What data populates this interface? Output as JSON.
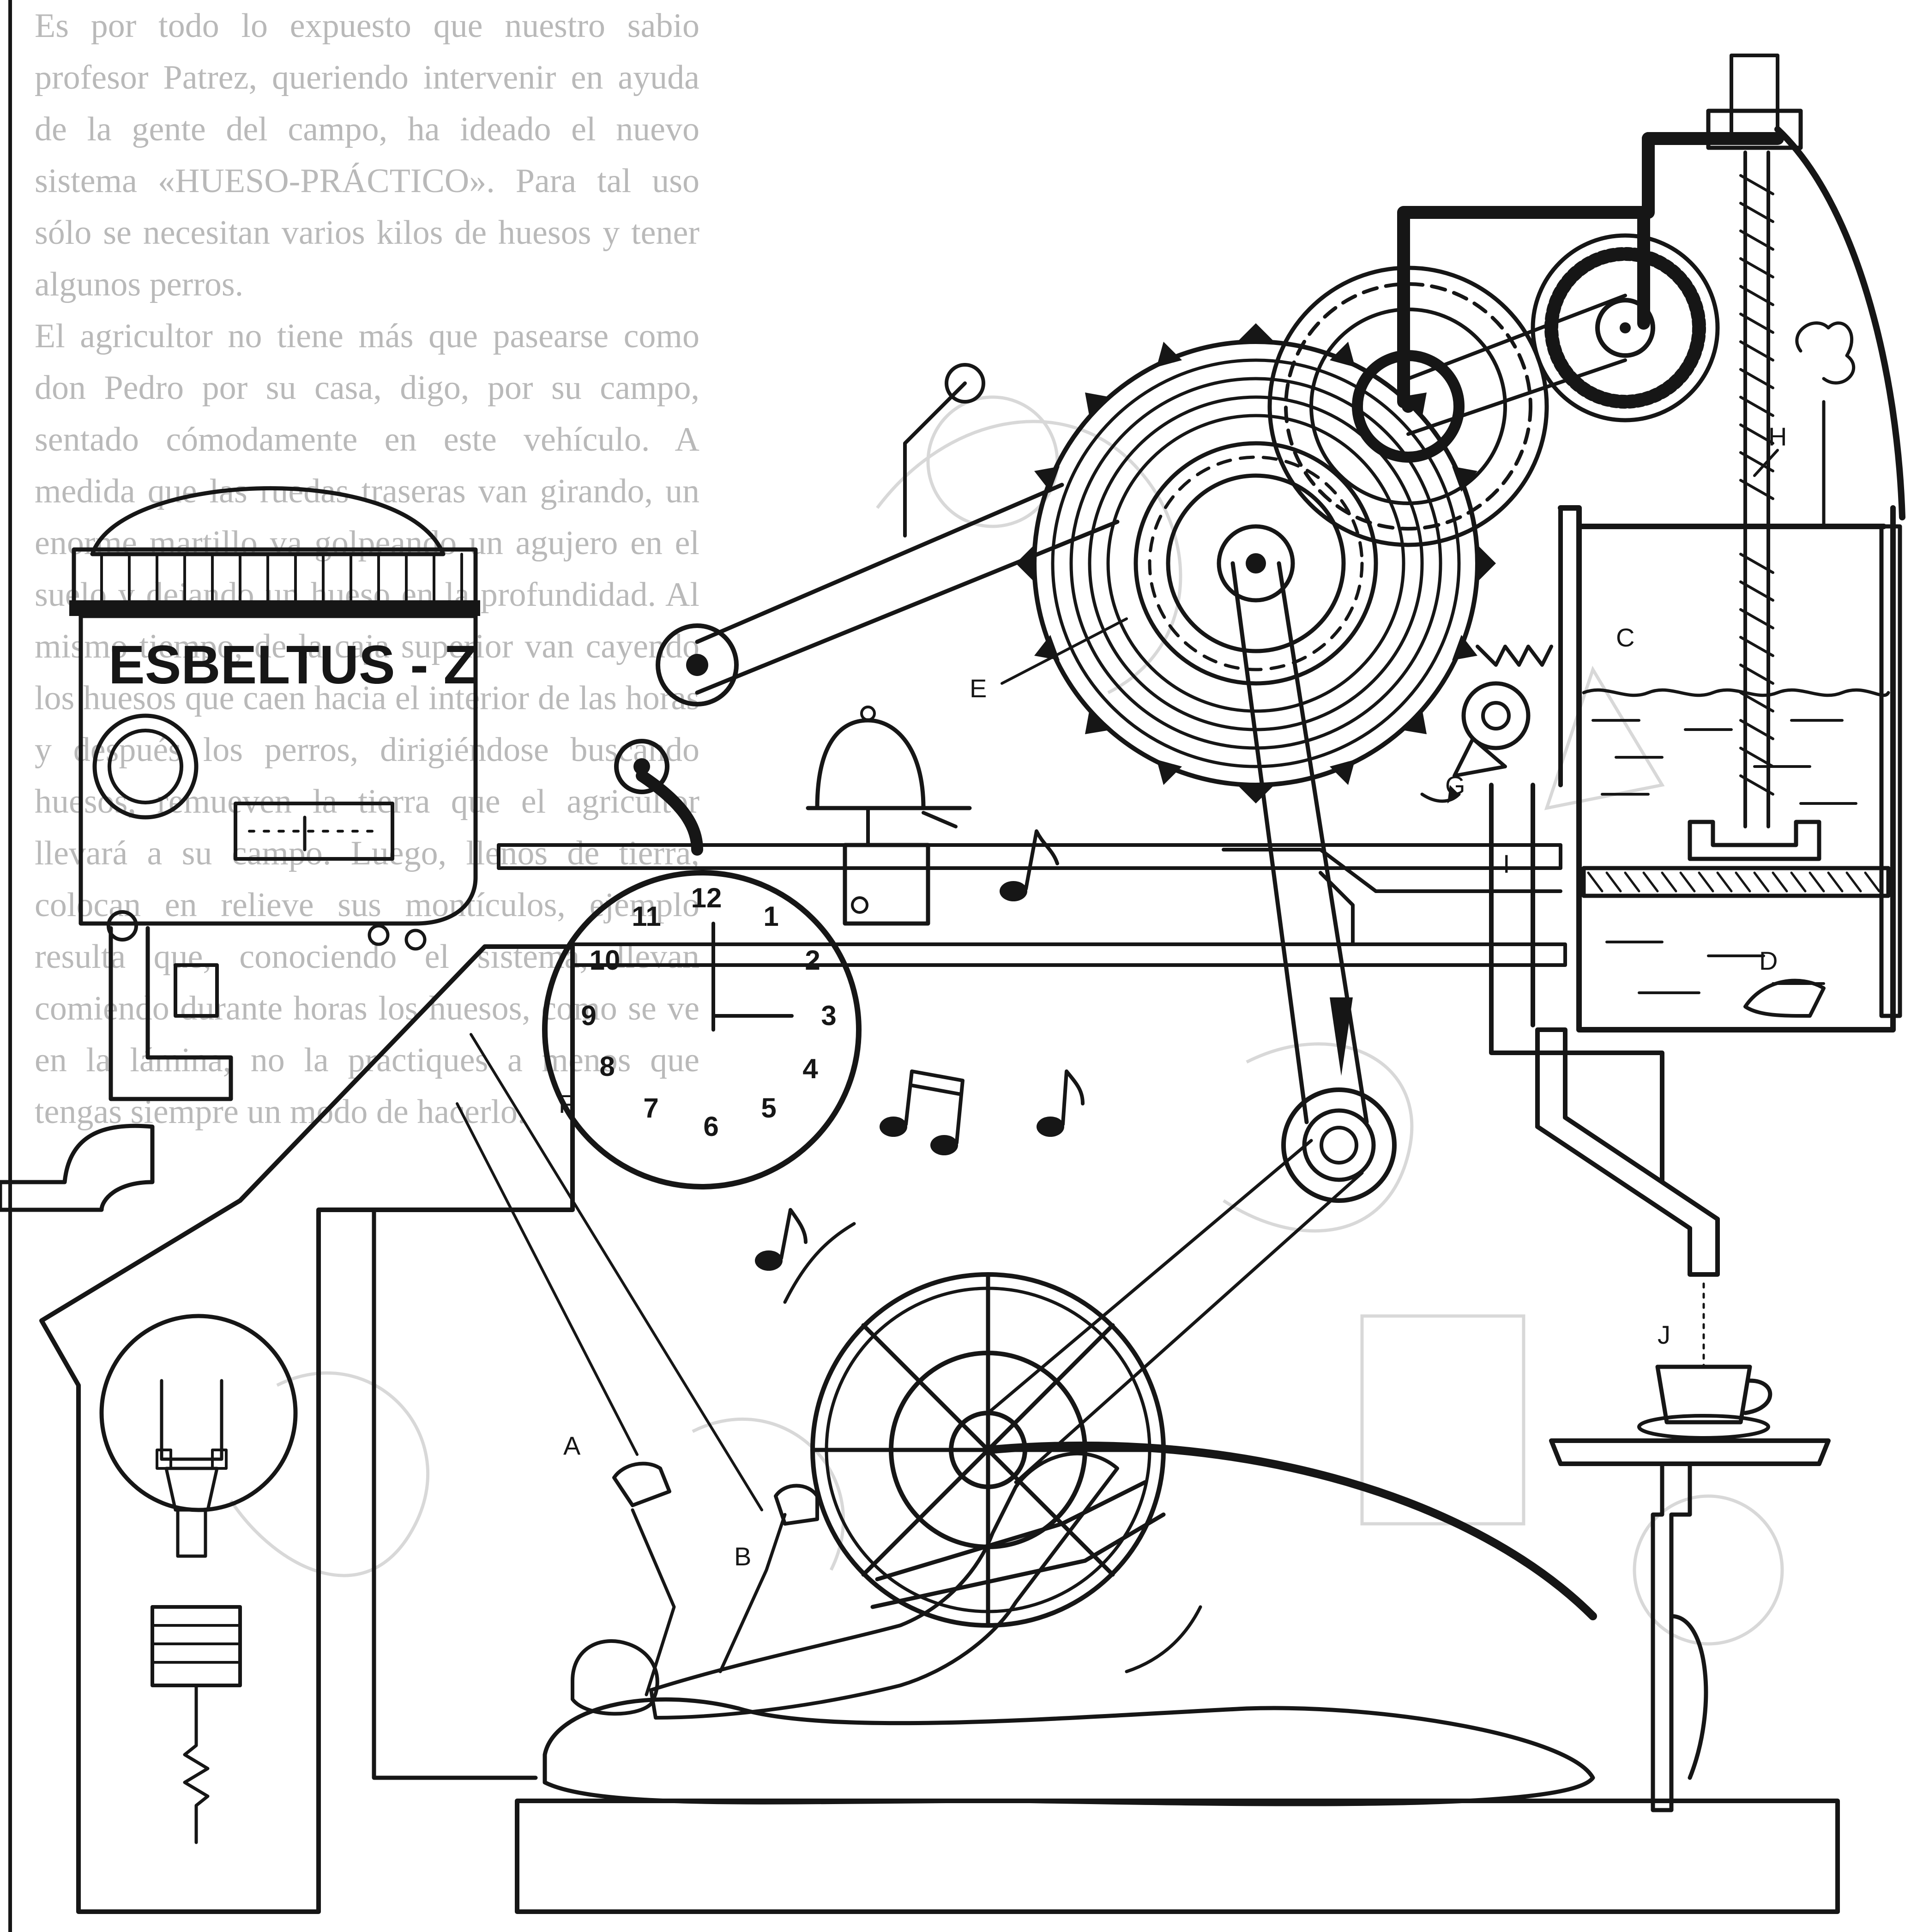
{
  "article": {
    "paragraphs": [
      "Es por todo lo expuesto que nuestro sabio profesor Patrez, queriendo intervenir en ayuda de la gente del campo, ha ideado el nuevo sistema «HUESO-PRÁCTICO». Para tal uso sólo se necesitan varios kilos de huesos y tener algunos perros.",
      "El agricultor no tiene más que pasearse como don Pedro por su casa, digo, por su campo, sentado cómodamente en este vehículo. A medida que las ruedas traseras van girando, un enorme martillo va golpeando un agujero en el suelo y dejando un hueso en la profundidad. Al mismo tiempo, de la caja superior van cayendo los huesos que caen hacia el interior de las horas y después los perros, dirigiéndose buscando huesos, remueven la tierra que el agricultor llevará a su campo. Luego, llenos de tierra, colocan en relieve sus montículos, ejemplo resulta que, conociendo el sistema, llevan comiendo durante horas los huesos, como se ve en la lámina, no la practiques a menos que tengas siempre un modo de hacerlo."
    ]
  },
  "machine": {
    "brand": "ESBELTUS - Z",
    "labels": {
      "A": "A",
      "B": "B",
      "C": "C",
      "D": "D",
      "E": "E",
      "F": "F",
      "G": "G",
      "H": "H",
      "I": "I",
      "J": "J"
    },
    "clock_numerals": [
      "12",
      "1",
      "2",
      "3",
      "4",
      "5",
      "6",
      "7",
      "8",
      "9",
      "10",
      "11"
    ]
  },
  "colors": {
    "ink": "#161616",
    "paper": "#ffffff",
    "bleed": "#d8d8d8",
    "text": "#b9b9b9"
  }
}
